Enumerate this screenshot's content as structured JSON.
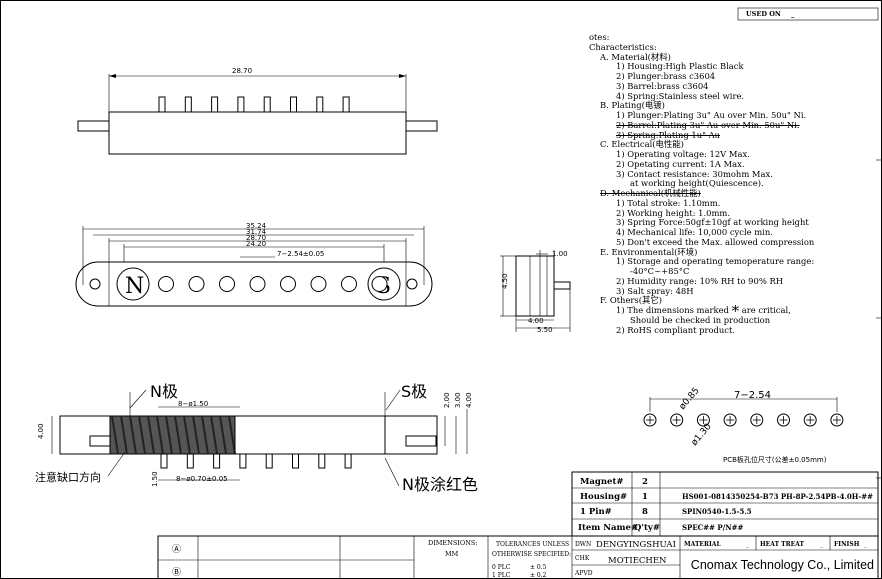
{
  "header": {
    "used_on_label": "USED ON",
    "used_on_value": "_"
  },
  "notes": {
    "title": "otes:",
    "characteristics": "Characteristics:",
    "sections": [
      {
        "id": "A",
        "text": "A. Material(材料)",
        "items": [
          "1) Housing:High Plastic Black",
          "2) Plunger:brass c3604",
          "3) Barrel:brass c3604",
          "4) Spring:Stainless steel wire."
        ]
      },
      {
        "id": "B",
        "text": "B. Plating(电镀)",
        "items": [
          "1) Plunger:Plating 3u\" Au over Min. 50u\" Ni.",
          "2) Barrel:Plating 3u\" Au over Min. 50u\" Ni.",
          "3) Spring:Plating  1u\" Au"
        ]
      },
      {
        "id": "C",
        "text": "C. Electrical(电性能)",
        "items": [
          "1) Operating voltage: 12V Max.",
          "2) Opetating current: 1A Max.",
          "3) Contact resistance: 30mohm Max.",
          "at working height(Quiescence)."
        ]
      },
      {
        "id": "D",
        "text": "D. Mechanical(机械性能)",
        "items": [
          "1) Total stroke: 1.10mm.",
          "2) Working height: 1.0mm.",
          "3) Spring Force:50gf±10gf at working height",
          "4) Mechanical life: 10,000 cycle min.",
          "5) Don't exceed the Max. allowed compression"
        ]
      },
      {
        "id": "E",
        "text": "E. Environmental(环境)",
        "items": [
          "1) Storage and operating temoperature range:",
          "-40°C~+85°C",
          "2) Humidity range: 10% RH to 90% RH",
          "3) Salt spray: 48H"
        ]
      },
      {
        "id": "F",
        "text": "F. Others(其它)",
        "items": [
          "1) The dimensions marked",
          "are critical,",
          "Should be checked in production",
          "2) RoHS compliant product."
        ]
      }
    ],
    "star": "*"
  },
  "dimensions": {
    "top_width": "28.70",
    "d1": "35.24",
    "d2": "31.74",
    "d3": "28.70",
    "d4": "24.20",
    "pitch_front": "7−2.54±0.05",
    "height_side": "4.50",
    "side_width": "4.00",
    "side_total": "5.50",
    "side_tip": "1.00",
    "bottom_pitch": "8−ø1.50",
    "bottom_pitch2": "8−ø0.70±0.05",
    "bottom_left_h": "4.00",
    "bottom_left_t": "1.50",
    "right_h1": "2.00",
    "right_h2": "3.00",
    "right_h3": "4.00",
    "pcb_pitch": "7−2.54",
    "pcb_hole1": "ø0.85",
    "pcb_hole2": "ø1.30",
    "pcb_note": "PCB板孔位尺寸(公差±0.05mm)"
  },
  "labels": {
    "n_mark": "N",
    "s_mark": "S",
    "n_pole": "N极",
    "s_pole": "S极",
    "notch": "注意缺口方向",
    "n_red": "N极涂红色"
  },
  "bom": [
    {
      "name": "Magnet#",
      "qty": "2",
      "part": ""
    },
    {
      "name": "Housing#",
      "qty": "1",
      "part": "HS001-0814350254-B73 PH-8P-2.54PB-4.0H-##"
    },
    {
      "name": "1 Pin#",
      "qty": "8",
      "part": "SPIN0540-1.5-5.5"
    },
    {
      "name": "Item Name#",
      "qty": "Q'ty#",
      "part": "SPEC## P/N##"
    }
  ],
  "title_block": {
    "dimensions": "DIMENSIONS:",
    "unit": "MM",
    "tolerances": "TOLERANCES UNLESS",
    "otherwise": "OTHERWISE SPECIFIED:",
    "plc0": "0 PLC",
    "plc1": "1 PLC",
    "tol0": "± 0.5",
    "tol1": "± 0.2",
    "dwn_label": "DWN",
    "dwn_value": "DENGYINGSHUAI",
    "chk_label": "CHK",
    "chk_value": "MOTIECHEN",
    "apvd_label": "APVD",
    "material": "MATERIAL",
    "heat_treat": "HEAT TREAT",
    "finish": "FINISH",
    "dash": "_",
    "rev_a": "Ⓐ",
    "rev_b": "Ⓑ",
    "company": "Cnomax Technology Co., Limited"
  }
}
